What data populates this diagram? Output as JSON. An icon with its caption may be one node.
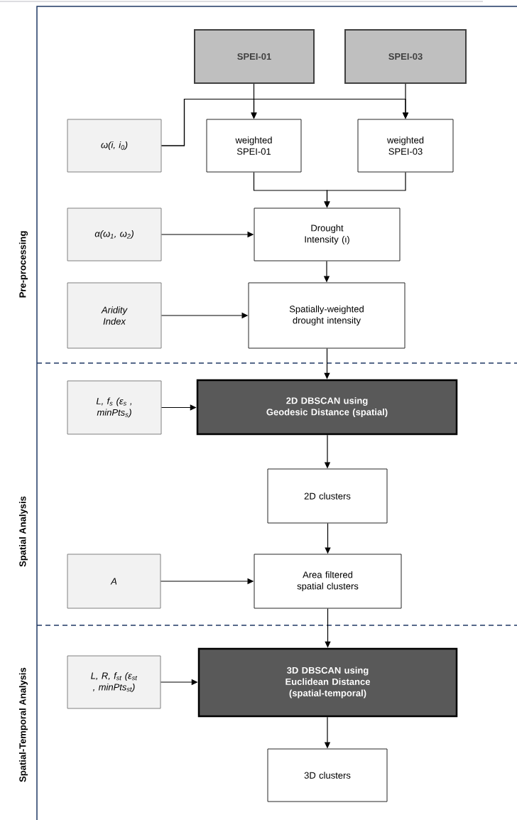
{
  "diagram": {
    "nodes": [
      {
        "text": [
          "SPEI-01"
        ]
      },
      {
        "text": [
          "SPEI-03"
        ]
      },
      {
        "text": [
          "ω(i, i$_{0}$)"
        ]
      },
      {
        "text": [
          "weighted SPEI-01"
        ]
      },
      {
        "text": [
          "weighted SPEI-03"
        ]
      },
      {
        "text": [
          "α(ω$_{1}$, ω$_{2}$)"
        ]
      },
      {
        "text": [
          "Drought Intensity (ι)"
        ]
      },
      {
        "text": [
          "Aridity Index"
        ]
      },
      {
        "text": [
          "Spatially-weighted drought intensity"
        ]
      },
      {
        "text": [
          "L, f$_{s}$ (ε$_{s}$ , minPts$_{s}$)"
        ]
      },
      {
        "text": [
          "2D DBSCAN using Geodesic Distance (spatial)"
        ]
      },
      {
        "text": [
          "2D clusters"
        ]
      },
      {
        "text": [
          "A"
        ]
      },
      {
        "text": [
          "Area filtered spatial clusters"
        ]
      },
      {
        "text": [
          "L, R, f$_{st}$ (ε$_{st}$ , minPts$_{st}$)"
        ]
      },
      {
        "text": [
          "3D DBSCAN using Euclidean Distance (spatial-temporal)"
        ]
      },
      {
        "text": [
          "3D clusters"
        ]
      }
    ],
    "edges": [
      {
        "from": 0,
        "to": 3,
        "arrow": "to"
      },
      {
        "from": 1,
        "to": 4,
        "arrow": "to"
      },
      {
        "from": 2,
        "to": 3,
        "arrow": "to"
      },
      {
        "from": 2,
        "to": 4,
        "arrow": "to"
      },
      {
        "from": 3,
        "to": 6,
        "arrow": "to"
      },
      {
        "from": 4,
        "to": 6,
        "arrow": "to"
      },
      {
        "from": 5,
        "to": 6,
        "arrow": "to"
      },
      {
        "from": 6,
        "to": 8,
        "arrow": "to"
      },
      {
        "from": 7,
        "to": 8,
        "arrow": "to"
      },
      {
        "from": 8,
        "to": 10,
        "arrow": "to"
      },
      {
        "from": 9,
        "to": 10,
        "arrow": "to"
      },
      {
        "from": 10,
        "to": 11,
        "arrow": "to"
      },
      {
        "from": 11,
        "to": 13,
        "arrow": "to"
      },
      {
        "from": 12,
        "to": 13,
        "arrow": "to"
      },
      {
        "from": 13,
        "to": 15,
        "arrow": "to"
      },
      {
        "from": 14,
        "to": 15,
        "arrow": "to"
      },
      {
        "from": 15,
        "to": 16,
        "arrow": "to"
      }
    ],
    "labels": [
      "Pre-processing",
      "Spatial Analysis",
      "Spatial-Temporal Analysis"
    ]
  }
}
